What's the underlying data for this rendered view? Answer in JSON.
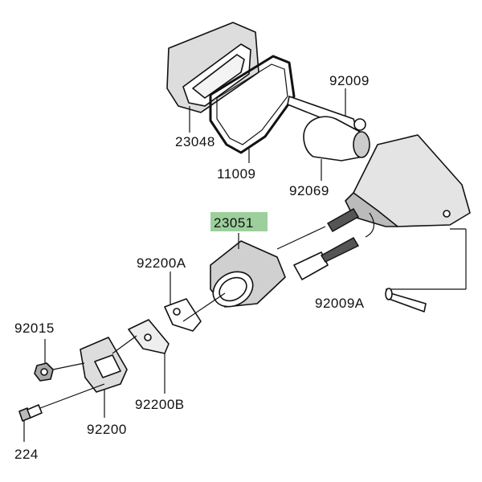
{
  "diagram": {
    "highlight_color": "#9ccf9c",
    "parts": [
      {
        "id": "lens",
        "label": "23048"
      },
      {
        "id": "gasket",
        "label": "11009"
      },
      {
        "id": "screw-top",
        "label": "92009"
      },
      {
        "id": "bulb",
        "label": "92069"
      },
      {
        "id": "socket-body",
        "label": "23051",
        "highlighted": true
      },
      {
        "id": "bracket-a",
        "label": "92200A"
      },
      {
        "id": "screw-side",
        "label": "92009A"
      },
      {
        "id": "nut",
        "label": "92015"
      },
      {
        "id": "bracket-b",
        "label": "92200B"
      },
      {
        "id": "bracket",
        "label": "92200"
      },
      {
        "id": "bolt",
        "label": "224"
      }
    ]
  }
}
